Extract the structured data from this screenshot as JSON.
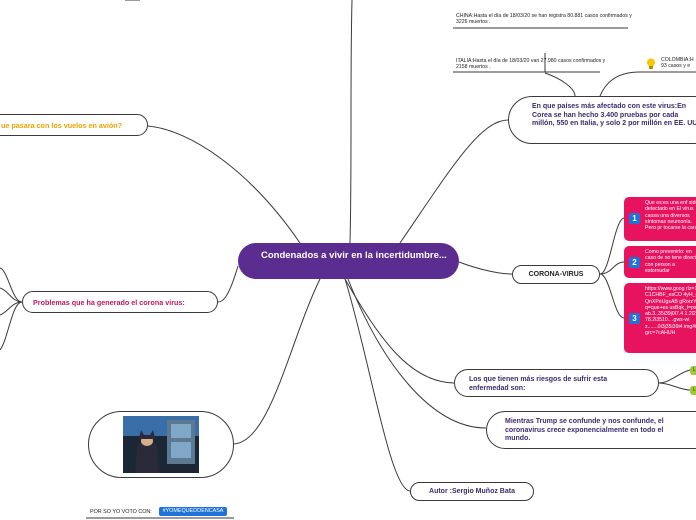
{
  "central_topic": "Condenados a vivir en la incertidumbre...",
  "left_topics": {
    "vuelos": "ue pasara con los vuelos en avión?",
    "problemas": "Problemas que ha generado el corona virus:",
    "vote_label": "POR SO YO VOTO CON:",
    "vote_tag": "#YOMEQUEDOENCASA"
  },
  "right_topics": {
    "countries": "En que países más afectado con este virus:En Corea se han hecho 3.400 pruebas por cada millón, 550 en Italia, y solo 2 por millón en EE. UU.",
    "china": "CHINA:Hasta el día de 18/03/20 se han registra 80.881 casos confirmados y 3226 muertos .",
    "italia": "ITALIA:Hasta el día de 18/03/20 van  27.980 casos confirmados y 2158 muertos .",
    "colombia": "COLOMBIA:H 93 casos y e",
    "coronavirus": "CORONA-VIRUS",
    "card1": "Que es:es una enf sido detectado en El virus causa una diversos síntomas neumonía. Pero pr tocarse la cara",
    "card2": "Como prevenirlo: en caso de no tene directo con person a estornudar",
    "card3": "https://www.goog rlz=1C1CHBF_esCO 4yH_dQnXPeUgsAB gRorzY&q=que+es usBqk_l=psy-ab.3..35i39j0l7.4 1.2l2678.2l3510.. .gws-wiz.......0i3j35i39i4 img#imgrc=7cAHUH",
    "card1_num": "1",
    "card2_num": "2",
    "card3_num": "3",
    "riesgo": "Los que tienen más riesgos de sufrir esta enfermedad son:",
    "riesgo_child1": "L",
    "riesgo_child2": "L",
    "trump": "Mientras Trump se confunde y nos confunde, el coronavirus crece exponencialmente en todo el mundo.",
    "autor": "Autor :Sergio Muñoz Bata"
  },
  "icons": {
    "bulb": "lightbulb-icon",
    "image": "batman-image"
  },
  "colors": {
    "central": "#5c2d91",
    "vuelos_text": "#f0a000",
    "problemas_text": "#c2185b",
    "countries_text": "#3d2b6b",
    "card": "#e8135f",
    "number_badge": "#1e73d8",
    "green": "#9fc93c"
  }
}
